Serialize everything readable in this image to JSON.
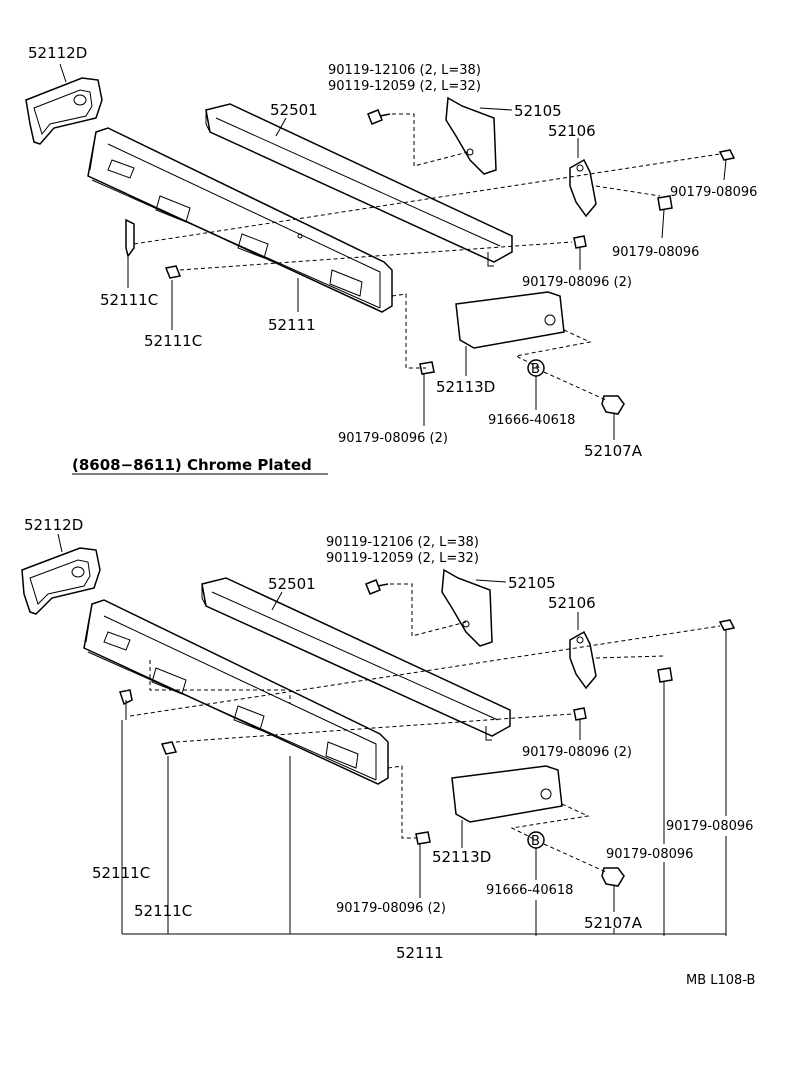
{
  "upper": {
    "labels": {
      "p52112D": "52112D",
      "p52501": "52501",
      "bolt1": "90119-12106 (2, L=38)",
      "bolt2": "90119-12059 (2, L=32)",
      "p52105": "52105",
      "p52106": "52106",
      "nut_a": "90179-08096",
      "nut_b": "90179-08096",
      "nut_c": "90179-08096 (2)",
      "p52111C_a": "52111C",
      "p52111C_b": "52111C",
      "p52111": "52111",
      "p52113D": "52113D",
      "p91666": "91666-40618",
      "nut_d": "90179-08096 (2)",
      "p52107A": "52107A"
    }
  },
  "section_title": "(8608−8611) Chrome Plated",
  "lower": {
    "labels": {
      "p52112D": "52112D",
      "p52501": "52501",
      "bolt1": "90119-12106 (2, L=38)",
      "bolt2": "90119-12059 (2, L=32)",
      "p52105": "52105",
      "p52106": "52106",
      "nut_c": "90179-08096 (2)",
      "nut_a": "90179-08096",
      "nut_b": "90179-08096",
      "p52111C_a": "52111C",
      "p52111C_b": "52111C",
      "p52113D": "52113D",
      "p91666": "91666-40618",
      "nut_d": "90179-08096 (2)",
      "p52107A": "52107A",
      "p52111": "52111"
    }
  },
  "marker": "B",
  "footer_code": "MB L108-B"
}
